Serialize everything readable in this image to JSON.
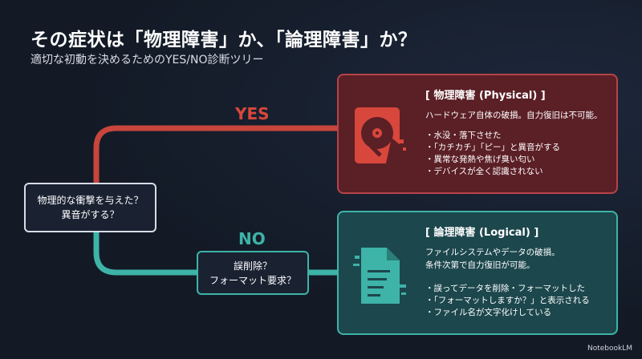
{
  "title": "その症状は「物理障害」か、「論理障害」か？",
  "subtitle": "適切な初動を決めるためのYES/NO診断ツリー",
  "start_question": [
    "物理的な衝撃を与えた？",
    "異音がする？"
  ],
  "yes_label": "YES",
  "no_label": "NO",
  "no_question": [
    "誤削除？",
    "フォーマット要求？"
  ],
  "physical": {
    "title": "[ 物理障害 (Physical) ]",
    "description": "ハードウェア自体の破損。自力復旧は不可能。",
    "items": [
      "・水没・落下させた",
      "・「カチカチ」「ピー」と異音がする",
      "・異常な発熱や焦げ臭い匂い",
      "・デバイスが全く認識されない"
    ],
    "icon": "broken-hdd-icon"
  },
  "logical": {
    "title": "[ 論理障害 (Logical) ]",
    "description": [
      "ファイルシステムやデータの破損。",
      "条件次第で自力復旧が可能。"
    ],
    "items": [
      "・誤ってデータを削除・フォーマットした",
      "・「フォーマットしますか？」と表示される",
      "・ファイル名が文字化けしている"
    ],
    "icon": "corrupted-file-icon"
  },
  "brand": "NotebookLM",
  "colors": {
    "red": "#d8473c",
    "teal": "#3eb3a8",
    "background": "#131a26"
  }
}
